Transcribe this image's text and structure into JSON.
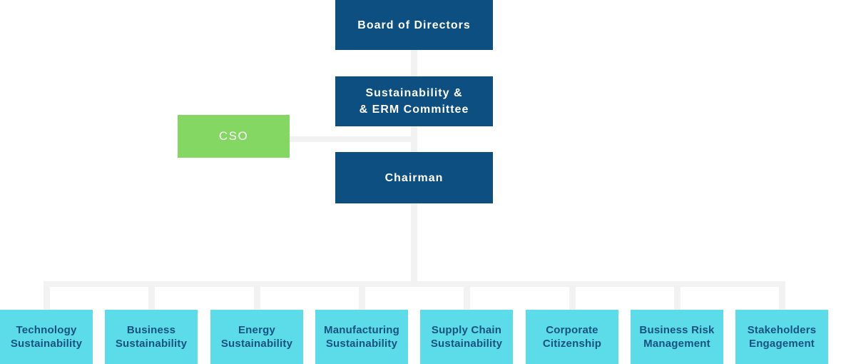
{
  "palette": {
    "dark_blue": "#0d4f80",
    "green": "#85d763",
    "cyan": "#5cdbe9",
    "navy_text": "#175380",
    "connector_gray": "#f2f2f2",
    "white_text": "#ffffff"
  },
  "org_chart": {
    "board": {
      "label": "Board of Directors"
    },
    "committee": {
      "line1": "Sustainability &",
      "line2": "& ERM Committee"
    },
    "cso": {
      "label": "CSO"
    },
    "chairman": {
      "label": "Chairman"
    },
    "departments": [
      {
        "line1": "Technology",
        "line2": "Sustainability"
      },
      {
        "line1": "Business",
        "line2": "Sustainability"
      },
      {
        "line1": "Energy",
        "line2": "Sustainability"
      },
      {
        "line1": "Manufacturing",
        "line2": "Sustainability"
      },
      {
        "line1": "Supply Chain",
        "line2": "Sustainability"
      },
      {
        "line1": "Corporate",
        "line2": "Citizenship"
      },
      {
        "line1": "Business Risk",
        "line2": "Management"
      },
      {
        "line1": "Stakeholders",
        "line2": "Engagement"
      }
    ]
  }
}
